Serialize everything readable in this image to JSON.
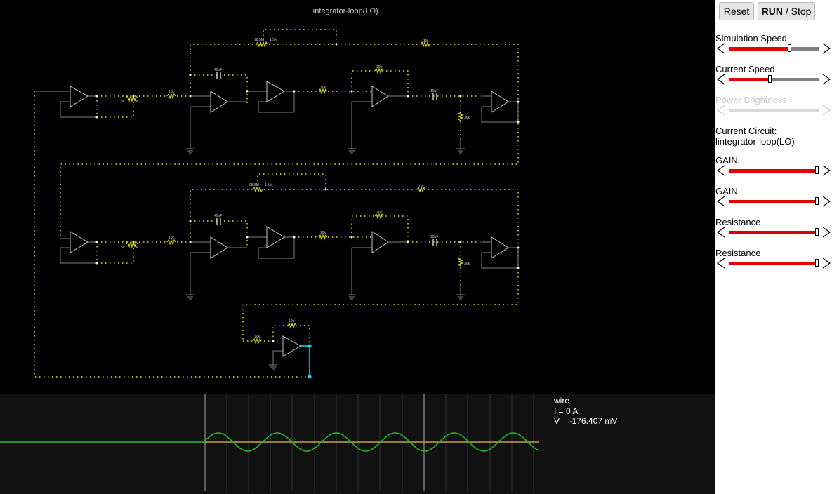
{
  "circuit": {
    "title": "lintegrator-loop(LO)",
    "labels": {
      "r_top1": "98.5M",
      "r_top1b": "1.5M",
      "r_1m_1": "1M",
      "r_div1": "1.5k",
      "r_div1b": "98.5k",
      "r_10k_a": "10k",
      "cap_40nf_1": "40nF",
      "r_10k_b": "10k",
      "r_10k_c": "10k",
      "cap_10uf_1": "10uF",
      "r_36k_1": "36k",
      "r_top2": "98.5M",
      "r_top2b": "1.5M",
      "r_1m_2": "1M",
      "r_div2": "1.5k",
      "r_div2b": "98.5k",
      "r_10k_d": "10k",
      "cap_40nf_2": "40nF",
      "r_10k_e": "10k",
      "r_10k_f": "10k",
      "cap_10uf_2": "10uF",
      "r_36k_2": "36k",
      "r_10k_g": "10k",
      "r_10k_h": "10k"
    }
  },
  "scope": {
    "info_title": "wire",
    "info_current": "I = 0 A",
    "info_voltage": "V = -176.407 mV"
  },
  "sidebar": {
    "reset_label": "Reset",
    "run_label": "RUN",
    "stop_label": " / Stop",
    "sim_speed_label": "Simulation Speed",
    "sim_speed_value": 0.68,
    "current_speed_label": "Current Speed",
    "current_speed_value": 0.46,
    "power_brightness_label": "Power Brightness",
    "current_circuit_label": "Current Circuit:",
    "current_circuit_name": "lintegrator-loop(LO)",
    "gain1_label": "GAIN",
    "gain1_value": 1.0,
    "gain2_label": "GAIN",
    "gain2_value": 1.0,
    "resistance1_label": "Resistance",
    "resistance1_value": 1.0,
    "resistance2_label": "Resistance",
    "resistance2_value": 1.0
  },
  "colors": {
    "wire_active": "#e8e800",
    "wire_idle": "#808080",
    "current_dot": "#ffffff",
    "probe": "#00e5ee",
    "scope_trace": "#22c022",
    "scope_ref": "#c8a040",
    "slider_fill": "#e00000"
  }
}
